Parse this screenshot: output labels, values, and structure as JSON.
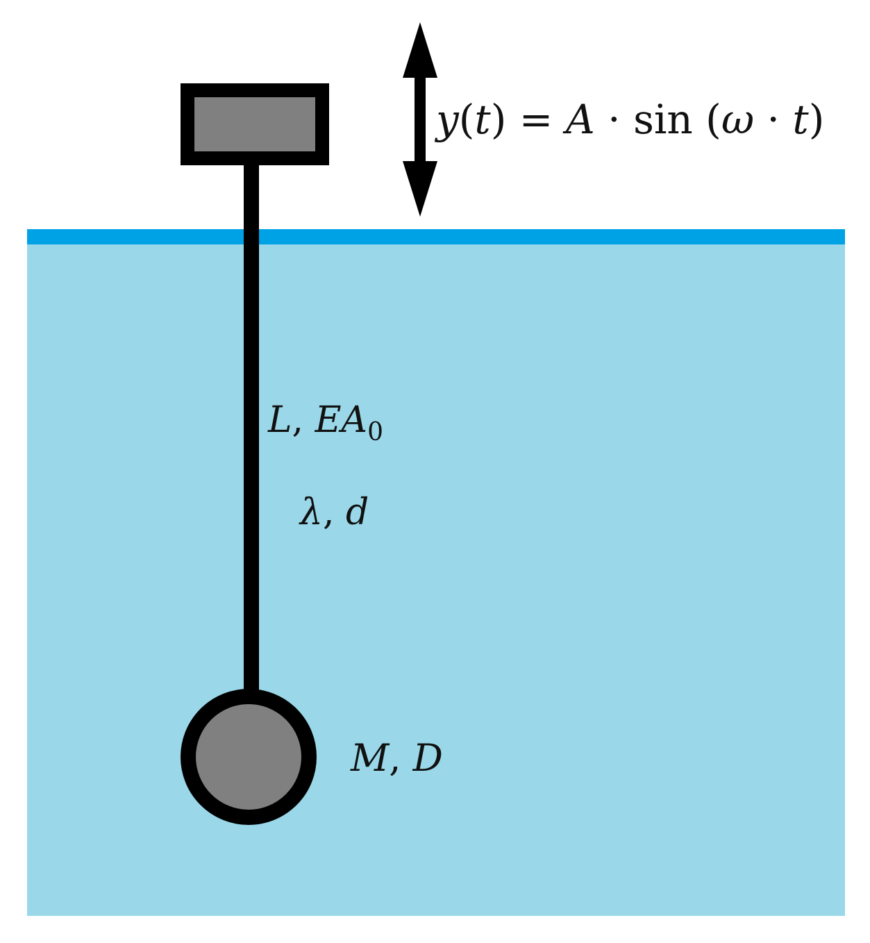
{
  "colors": {
    "water": "#9ad8e9",
    "surface": "#00a2e6",
    "body_fill": "#808080",
    "stroke": "#000000",
    "background": "#ffffff"
  },
  "icons": {
    "motion_arrow": "double-headed-vertical-arrow-icon"
  },
  "labels": {
    "motion": {
      "lhs_y": "y",
      "lhs_open": "(",
      "lhs_t": "t",
      "lhs_close": ")",
      "equals": " = ",
      "amp": "A",
      "dot1": " · ",
      "sin": "sin",
      "paren_open": " (",
      "omega": "ω",
      "dot2": " · ",
      "t": "t",
      "paren_close": ")"
    },
    "cable_props": {
      "L": "L",
      "comma": ", ",
      "EA": "EA",
      "sub": "0"
    },
    "cable_dyn": {
      "lambda": "λ",
      "comma": ", ",
      "d": "d"
    },
    "mass_props": {
      "M": "M",
      "comma": ", ",
      "D": "D"
    }
  }
}
